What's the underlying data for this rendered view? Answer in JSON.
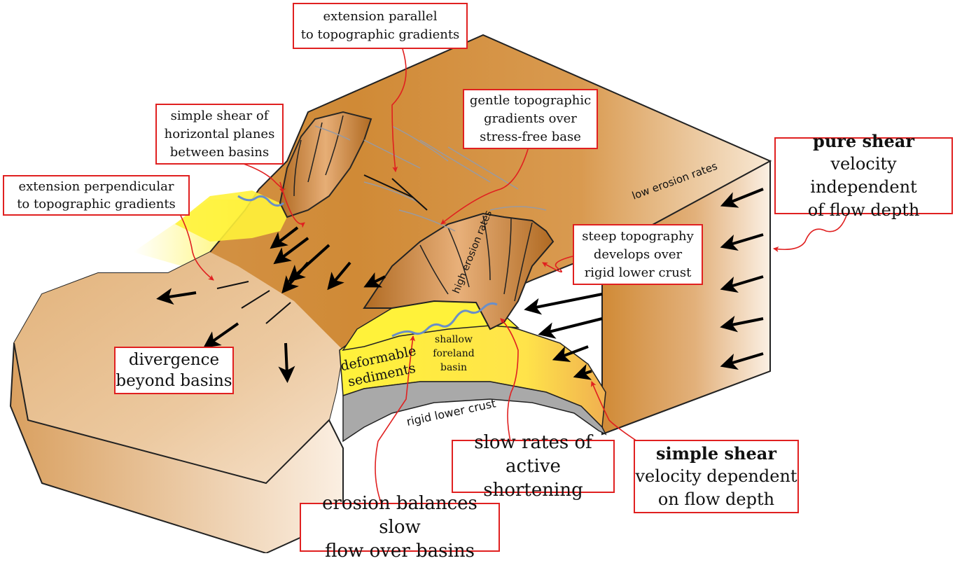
{
  "labels": {
    "ext_parallel": "extension parallel\nto topographic gradients",
    "simple_shear_planes": "simple shear of\nhorizontal planes\nbetween basins",
    "ext_perp": "extension perpendicular\nto topographic gradients",
    "gentle": "gentle topographic\ngradients over\nstress-free base",
    "pure_shear_title": "pure shear",
    "pure_shear_body": "velocity independent\nof flow depth",
    "steep": "steep topography\ndevelops over\nrigid lower crust",
    "divergence": "divergence\nbeyond basins",
    "slow_rates": "slow rates of\nactive shortening",
    "simple_shear_title": "simple shear",
    "simple_shear_body": "velocity dependent\non flow depth",
    "erosion_balances": "erosion balances slow\nflow over basins"
  },
  "inline": {
    "low_erosion": "low erosion rates",
    "high_erosion": "high erosion rates",
    "deformable": "deformable\nsediments",
    "shallow": "shallow\nforeland\nbasin",
    "rigid": "rigid lower crust"
  },
  "colors": {
    "crust_dark": "#d08a36",
    "crust_light": "#f4dcc0",
    "sediment": "#fff23a",
    "rigid": "#a9a9a9",
    "callout": "#e02020",
    "river": "#6a8fc8"
  }
}
